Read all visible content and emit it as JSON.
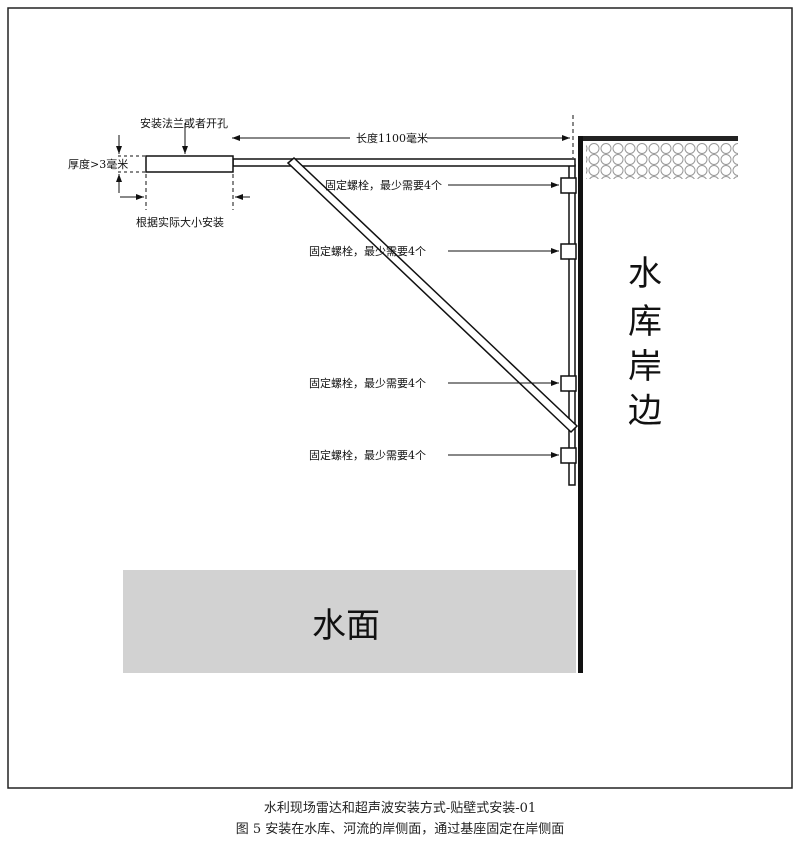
{
  "labels": {
    "flange": "安装法兰或者开孔",
    "length": "长度1100毫米",
    "thickness": "厚度>3毫米",
    "size_note": "根据实际大小安装",
    "bolt_1": "固定螺栓，最少需要4个",
    "bolt_2": "固定螺栓，最少需要4个",
    "bolt_3": "固定螺栓，最少需要4个",
    "bolt_4": "固定螺栓，最少需要4个",
    "water_surface": "水面",
    "bank": [
      "水",
      "库",
      "岸",
      "边"
    ]
  },
  "caption": {
    "line1": "水利现场雷达和超声波安装方式-贴壁式安装-01",
    "line2": "图 5 安装在水库、河流的岸侧面，通过基座固定在岸侧面"
  }
}
